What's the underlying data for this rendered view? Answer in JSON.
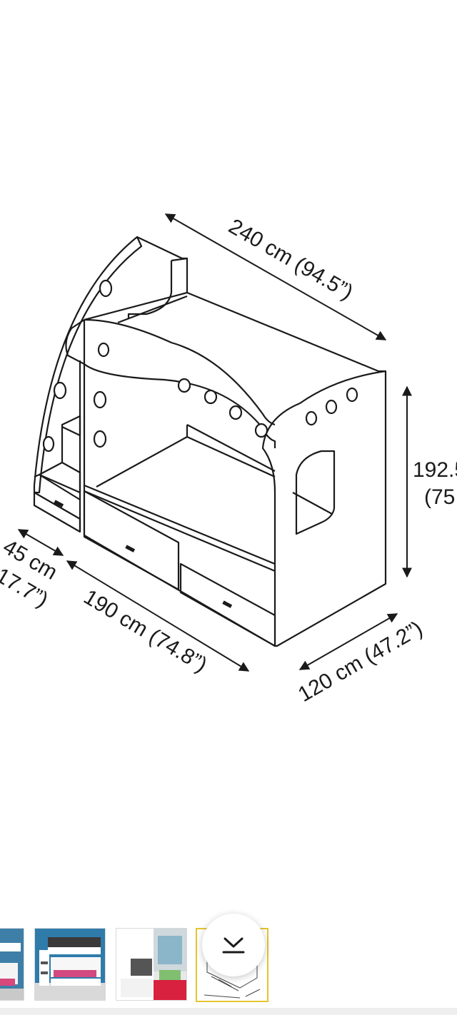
{
  "product_diagram": {
    "dimensions": {
      "length": "240 cm (94.5”)",
      "height_cm": "192.5",
      "height_in": "(75",
      "step_depth_cm": "45 cm",
      "step_depth_in": "17.7”)",
      "bed_length": "190 cm (74.8”)",
      "width": "120 cm (47.2”)"
    }
  },
  "gallery": {
    "thumbnails": [
      {
        "name": "thumbnail-1",
        "subject": "bunk bed photo"
      },
      {
        "name": "thumbnail-2",
        "subject": "bunk bed room photo"
      },
      {
        "name": "thumbnail-3",
        "subject": "bunk bed drawers photo"
      },
      {
        "name": "thumbnail-4",
        "subject": "dimension drawing",
        "selected": true
      }
    ],
    "collapse_icon": "chevron-down-icon",
    "accent_color": "#e4c531"
  }
}
